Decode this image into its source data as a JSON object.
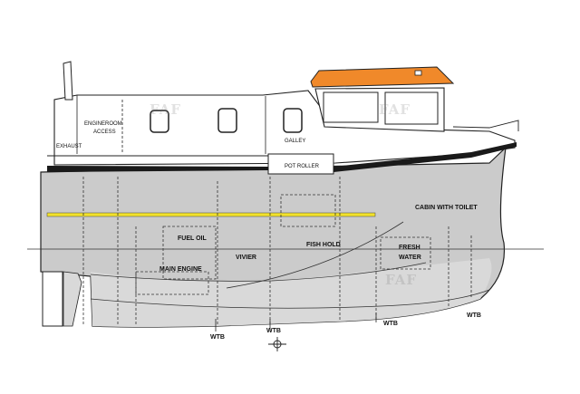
{
  "labels": {
    "engineroom_line1": "ENGINEROOM",
    "engineroom_line2": "ACCESS",
    "exhaust": "EXHAUST",
    "galley": "GALLEY",
    "pot_roller": "POT ROLLER",
    "cabin_with_toilet": "CABIN WITH TOILET",
    "fuel_oil": "FUEL OIL",
    "main_engine": "MAIN ENGINE",
    "vivier": "VIVIER",
    "fish_hold": "FISH HOLD",
    "fresh": "FRESH",
    "water": "WATER",
    "wtb_1": "WTB",
    "wtb_2": "WTB",
    "wtb_3": "WTB",
    "wtb_4": "WTB"
  },
  "watermarks": [
    "FAF",
    "FAF",
    "FAF"
  ],
  "colors": {
    "hull": "#cbcbcb",
    "stripe": "#f2e22c",
    "wheelhouse_roof": "#f0892a",
    "outline": "#222222",
    "deck_band": "#1a1a1a"
  }
}
